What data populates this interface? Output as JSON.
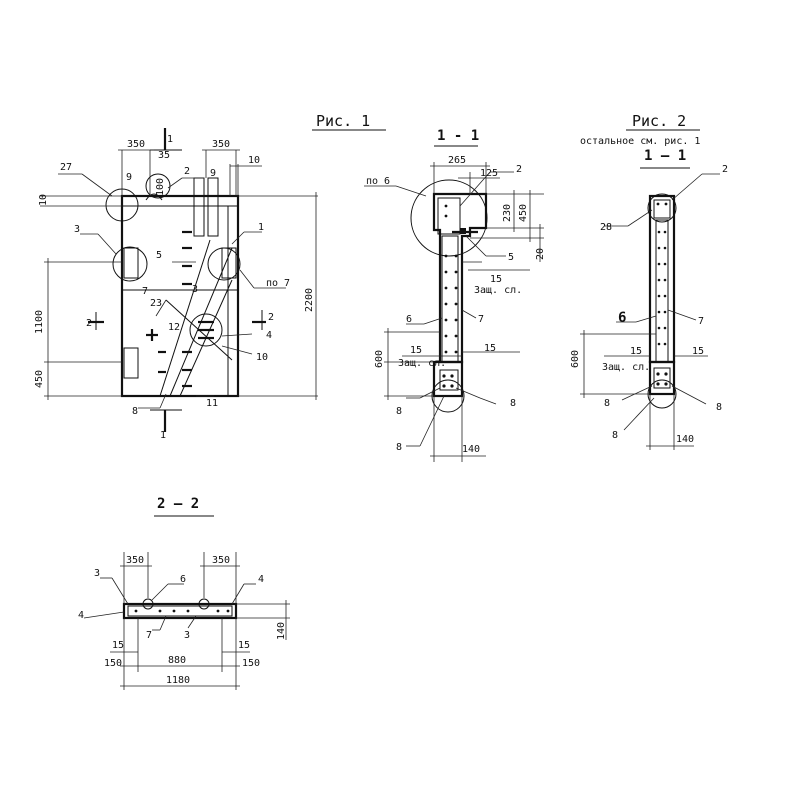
{
  "fig1": {
    "title": "Рис. 1",
    "section_mark": "1",
    "dims": {
      "d350a": "350",
      "d350b": "350",
      "d35": "35",
      "d100": "100",
      "d10a": "10",
      "d10b": "10",
      "d1100": "1100",
      "d450": "450",
      "d2200": "2200"
    },
    "callouts": {
      "c27": "27",
      "c9a": "9",
      "c2": "2",
      "c9b": "9",
      "c1": "1",
      "c3a": "3",
      "c5": "5",
      "c7": "7",
      "c3b": "3",
      "c23": "23",
      "c12": "12",
      "c4": "4",
      "c10": "10",
      "c8": "8",
      "c11": "11",
      "po7": "по 7",
      "s2left": "2",
      "s2right": "2"
    }
  },
  "sec11": {
    "title": "1 - 1",
    "dims": {
      "d265": "265",
      "d125": "125",
      "d230": "230",
      "d450": "450",
      "d20": "20",
      "d15a": "15",
      "d15b": "15",
      "d15c": "15",
      "d600": "600",
      "d140": "140"
    },
    "callouts": {
      "po6": "по 6",
      "c2": "2",
      "c5": "5",
      "c6": "6",
      "c7": "7",
      "c8a": "8",
      "c8b": "8",
      "c8c": "8"
    },
    "cover_a": "Защ. сл.",
    "cover_b": "Защ. сл."
  },
  "fig2": {
    "title": "Рис. 2",
    "subtitle": "остальное см. рис. 1",
    "section_title": "1 — 1",
    "dims": {
      "d15a": "15",
      "d15b": "15",
      "d600": "600",
      "d140": "140"
    },
    "callouts": {
      "c2": "2",
      "c28": "28",
      "c6": "6",
      "c7": "7",
      "c8a": "8",
      "c8b": "8",
      "c8c": "8"
    },
    "cover": "Защ. сл."
  },
  "sec22": {
    "title": "2 — 2",
    "dims": {
      "d350a": "350",
      "d350b": "350",
      "d15a": "15",
      "d15b": "15",
      "d150a": "150",
      "d880": "880",
      "d150b": "150",
      "d1180": "1180",
      "d140": "140"
    },
    "callouts": {
      "c3a": "3",
      "c6": "6",
      "c4a": "4",
      "c4b": "4",
      "c7": "7",
      "c3b": "3"
    }
  }
}
